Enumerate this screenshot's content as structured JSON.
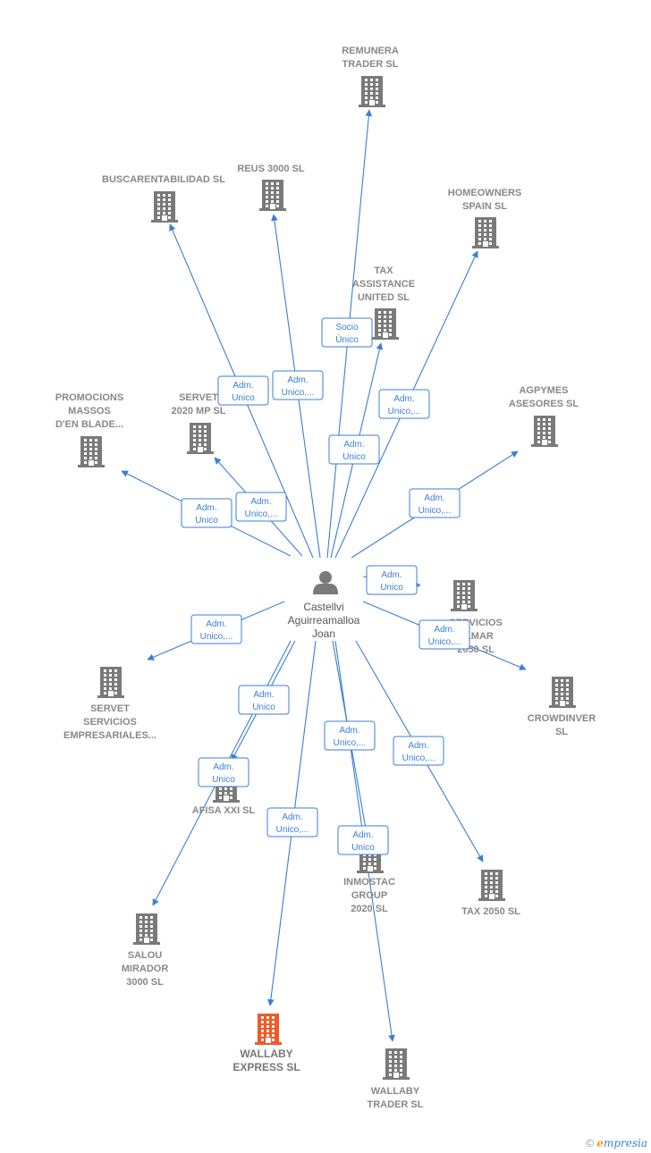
{
  "center": {
    "name_lines": [
      "Castellvi",
      "Aguirreamalloa",
      "Joan"
    ],
    "icon": "person-icon"
  },
  "icons": {
    "company": "building-icon",
    "person": "person-icon"
  },
  "colors": {
    "edge": "#3a7fd5",
    "company": "#7a7a7a",
    "highlight": "#f05a28",
    "person": "#7a7a7a"
  },
  "companies": [
    {
      "id": "remunera",
      "name_lines": [
        "REMUNERA",
        "TRADER SL"
      ]
    },
    {
      "id": "buscarentabilidad",
      "name_lines": [
        "BUSCARENTABILIDAD SL"
      ]
    },
    {
      "id": "reus3000",
      "name_lines": [
        "REUS 3000  SL"
      ]
    },
    {
      "id": "homeowners",
      "name_lines": [
        "HOMEOWNERS",
        "SPAIN  SL"
      ]
    },
    {
      "id": "taxassistance",
      "name_lines": [
        "TAX",
        "ASSISTANCE",
        "UNITED  SL"
      ]
    },
    {
      "id": "promocions",
      "name_lines": [
        "PROMOCIONS",
        "MASSOS",
        "D'EN BLADE..."
      ]
    },
    {
      "id": "servet2020",
      "name_lines": [
        "SERVET",
        "2020 MP  SL"
      ]
    },
    {
      "id": "agpymes",
      "name_lines": [
        "AGPYMES",
        "ASESORES  SL"
      ]
    },
    {
      "id": "serviciosalmar",
      "name_lines": [
        "SERVICIOS",
        "ALMAR",
        "2050  SL"
      ]
    },
    {
      "id": "servetservicios",
      "name_lines": [
        "SERVET",
        "SERVICIOS",
        "EMPRESARIALES..."
      ]
    },
    {
      "id": "crowdinver",
      "name_lines": [
        "CROWDINVER",
        "SL"
      ]
    },
    {
      "id": "afisa",
      "name_lines": [
        "AFISA XXI  SL"
      ]
    },
    {
      "id": "inmostac",
      "name_lines": [
        "INMOSTAC",
        "GROUP",
        "2020  SL"
      ]
    },
    {
      "id": "tax2050",
      "name_lines": [
        "TAX 2050  SL"
      ]
    },
    {
      "id": "salou",
      "name_lines": [
        "SALOU",
        "MIRADOR",
        "3000  SL"
      ]
    },
    {
      "id": "wallabyexpress",
      "name_lines": [
        "WALLABY",
        "EXPRESS  SL"
      ],
      "highlight": true
    },
    {
      "id": "wallabytrader",
      "name_lines": [
        "WALLABY",
        "TRADER  SL"
      ]
    }
  ],
  "edges": [
    {
      "target": "remunera",
      "label_lines": [
        "Socio",
        "Único"
      ]
    },
    {
      "target": "buscarentabilidad",
      "label_lines": [
        "Adm.",
        "Unico"
      ]
    },
    {
      "target": "reus3000",
      "label_lines": [
        "Adm.",
        "Unico,..."
      ]
    },
    {
      "target": "homeowners",
      "label_lines": [
        "Adm.",
        "Unico,..."
      ]
    },
    {
      "target": "taxassistance",
      "label_lines": [
        "Adm.",
        "Unico"
      ]
    },
    {
      "target": "promocions",
      "label_lines": [
        "Adm.",
        "Unico"
      ]
    },
    {
      "target": "servet2020",
      "label_lines": [
        "Adm.",
        "Unico,..."
      ]
    },
    {
      "target": "agpymes",
      "label_lines": [
        "Adm.",
        "Unico,..."
      ]
    },
    {
      "target": "serviciosalmar",
      "label_lines": [
        "Adm.",
        "Unico"
      ]
    },
    {
      "target": "servetservicios",
      "label_lines": [
        "Adm.",
        "Unico,..."
      ]
    },
    {
      "target": "crowdinver",
      "label_lines": [
        "Adm.",
        "Unico,..."
      ]
    },
    {
      "target": "afisa",
      "label_lines": [
        "Adm.",
        "Unico"
      ]
    },
    {
      "target": "salou",
      "label_lines": [
        "Adm.",
        "Unico"
      ]
    },
    {
      "target": "inmostac",
      "label_lines": [
        "Adm.",
        "Unico,..."
      ]
    },
    {
      "target": "tax2050",
      "label_lines": [
        "Adm.",
        "Unico,..."
      ]
    },
    {
      "target": "wallabyexpress",
      "label_lines": [
        "Adm.",
        "Unico,..."
      ]
    },
    {
      "target": "wallabytrader",
      "label_lines": [
        "Adm.",
        "Unico"
      ]
    }
  ],
  "footer": {
    "copyright": "©",
    "brand_first": "e",
    "brand_rest": "mpresia"
  }
}
